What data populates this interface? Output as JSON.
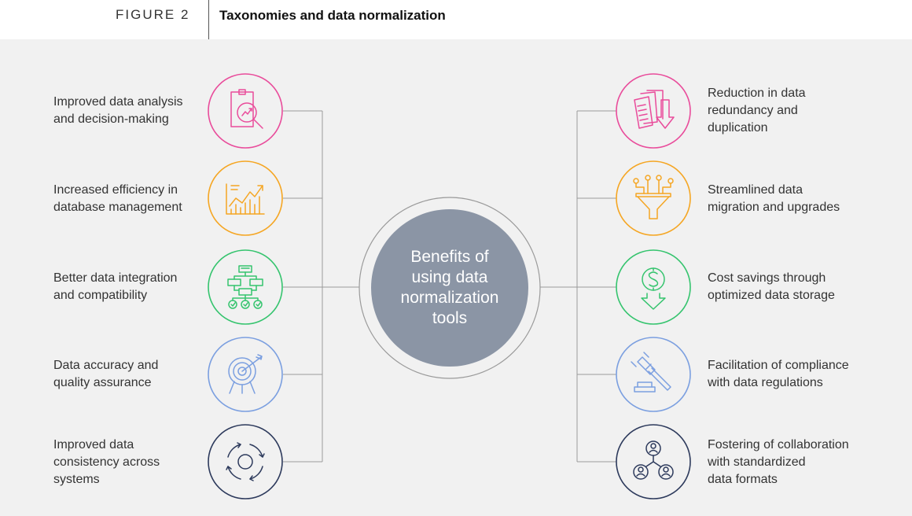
{
  "header": {
    "figure_label": "FIGURE 2",
    "title": "Taxonomies and data normalization"
  },
  "center": {
    "text": "Benefits of\nusing data\nnormalization\ntools",
    "color": "#8b95a5"
  },
  "left_items": [
    {
      "label": "Improved data analysis\nand decision-making",
      "icon": "magnifier-chart-icon",
      "color": "#e94c9b"
    },
    {
      "label": "Increased efficiency in\ndatabase management",
      "icon": "growth-chart-icon",
      "color": "#f5a623"
    },
    {
      "label": "Better data integration\nand compatibility",
      "icon": "flowchart-icon",
      "color": "#35c46e"
    },
    {
      "label": "Data accuracy and\nquality assurance",
      "icon": "target-icon",
      "color": "#7b9fe0"
    },
    {
      "label": "Improved data\nconsistency across\nsystems",
      "icon": "cycle-icon",
      "color": "#2d3a5c"
    }
  ],
  "right_items": [
    {
      "label": "Reduction in data\nredundancy and\nduplication",
      "icon": "documents-icon",
      "color": "#e94c9b"
    },
    {
      "label": "Streamlined data\nmigration and upgrades",
      "icon": "funnel-icon",
      "color": "#f5a623"
    },
    {
      "label": "Cost savings through\noptimized data storage",
      "icon": "dollar-down-icon",
      "color": "#35c46e"
    },
    {
      "label": "Facilitation of compliance\nwith data regulations",
      "icon": "gavel-icon",
      "color": "#7b9fe0"
    },
    {
      "label": "Fostering of collaboration\nwith standardized\ndata formats",
      "icon": "people-network-icon",
      "color": "#2d3a5c"
    }
  ]
}
